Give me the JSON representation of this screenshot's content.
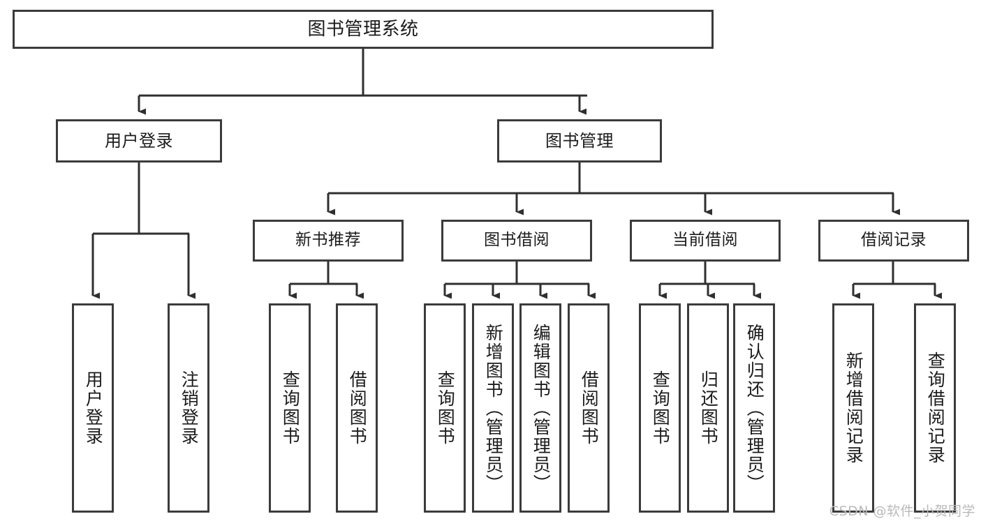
{
  "diagram": {
    "title": "图书管理系统",
    "type": "hierarchy-tree",
    "style": {
      "background": "#ffffff",
      "box_border": "#3b3b3b",
      "text_color": "#1b1b1b",
      "connector": "#2f2f2f"
    },
    "root": {
      "id": "root",
      "label": "图书管理系统"
    },
    "level1": [
      {
        "id": "user-login",
        "label": "用户登录"
      },
      {
        "id": "book-manage",
        "label": "图书管理"
      }
    ],
    "level2": [
      {
        "id": "new-book-rec",
        "label": "新书推荐",
        "parent": "book-manage"
      },
      {
        "id": "book-borrow",
        "label": "图书借阅",
        "parent": "book-manage"
      },
      {
        "id": "current-borrow",
        "label": "当前借阅",
        "parent": "book-manage"
      },
      {
        "id": "borrow-record",
        "label": "借阅记录",
        "parent": "book-manage"
      }
    ],
    "leaves": [
      {
        "id": "leaf-user-login",
        "label": "用户登录",
        "parent": "user-login"
      },
      {
        "id": "leaf-user-logout",
        "label": "注销登录",
        "parent": "user-login"
      },
      {
        "id": "leaf-query-book-1",
        "label": "查询图书",
        "parent": "new-book-rec"
      },
      {
        "id": "leaf-borrow-book-1",
        "label": "借阅图书",
        "parent": "new-book-rec"
      },
      {
        "id": "leaf-query-book-2",
        "label": "查询图书",
        "parent": "book-borrow"
      },
      {
        "id": "leaf-add-book",
        "label": "新增图书（管理员）",
        "parent": "book-borrow"
      },
      {
        "id": "leaf-edit-book",
        "label": "编辑图书（管理员）",
        "parent": "book-borrow"
      },
      {
        "id": "leaf-borrow-book-2",
        "label": "借阅图书",
        "parent": "book-borrow"
      },
      {
        "id": "leaf-query-book-3",
        "label": "查询图书",
        "parent": "current-borrow"
      },
      {
        "id": "leaf-return-book",
        "label": "归还图书",
        "parent": "current-borrow"
      },
      {
        "id": "leaf-confirm-return",
        "label": "确认归还（管理员）",
        "parent": "current-borrow"
      },
      {
        "id": "leaf-add-record",
        "label": "新增借阅记录",
        "parent": "borrow-record"
      },
      {
        "id": "leaf-query-record",
        "label": "查询借阅记录",
        "parent": "borrow-record"
      }
    ]
  },
  "watermark": {
    "text": "CSDN @软件_小贺同学"
  }
}
